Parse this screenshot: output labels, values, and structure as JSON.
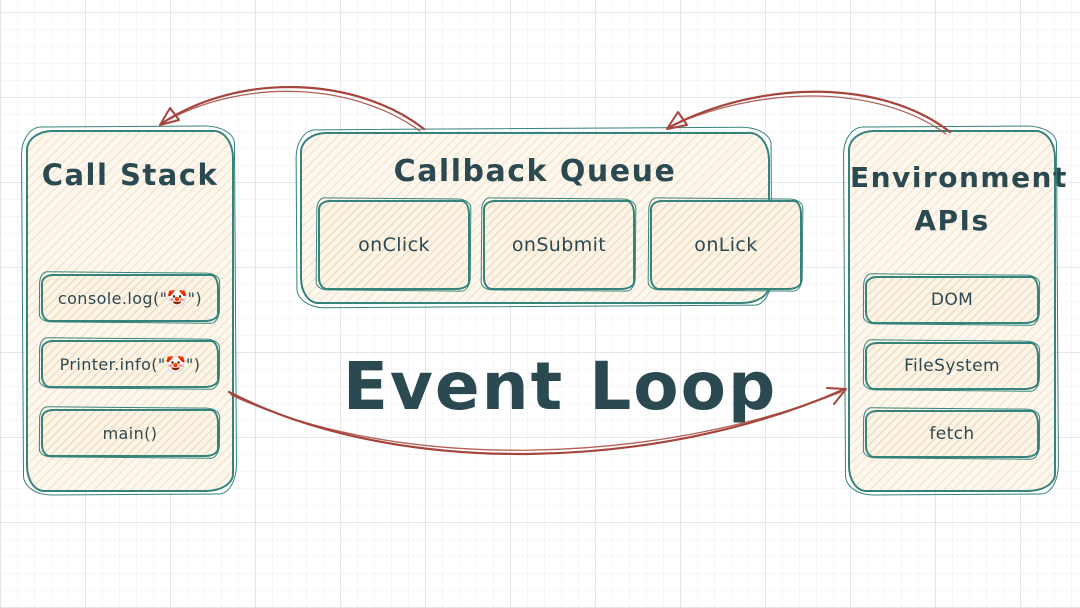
{
  "diagram": {
    "title": "Event Loop",
    "call_stack": {
      "title": "Call Stack",
      "items": [
        "console.log(\"🤡\")",
        "Printer.info(\"🤡\")",
        "main()"
      ]
    },
    "callback_queue": {
      "title": "Callback Queue",
      "items": [
        "onClick",
        "onSubmit",
        "onLick"
      ]
    },
    "environment_apis": {
      "title_line1": "Environment",
      "title_line2": "APIs",
      "items": [
        "DOM",
        "FileSystem",
        "fetch"
      ]
    },
    "colors": {
      "teal": "#35837a",
      "ink": "#2b4950",
      "red": "#a6453c",
      "paper": "#fdf8ef"
    }
  }
}
